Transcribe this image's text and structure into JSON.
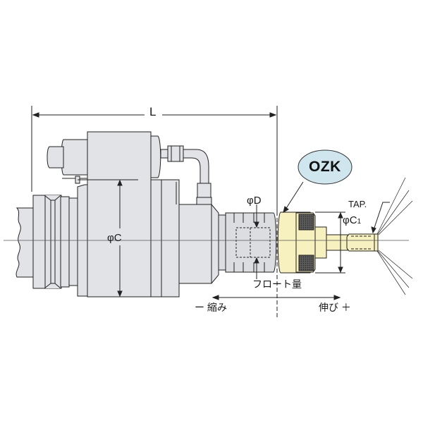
{
  "diagram": {
    "title": "Float holder dimensional drawing",
    "labels": {
      "overall_length": "L",
      "body_diameter": "φC",
      "float_diameter": "φD",
      "adapter_diameter_main": "φC",
      "adapter_diameter_sub": "1",
      "tap": "TAP.",
      "float_amount": "フロート量",
      "compression": "ー 縮み",
      "extension": "伸び ＋",
      "callout": "OZK"
    },
    "colors": {
      "body_fill": "#e2e3e6",
      "adapter_fill": "#f7f0bf",
      "callout_fill": "#cfe6ef",
      "knurl_fill": "#4a4a4a",
      "line": "#222222"
    }
  }
}
